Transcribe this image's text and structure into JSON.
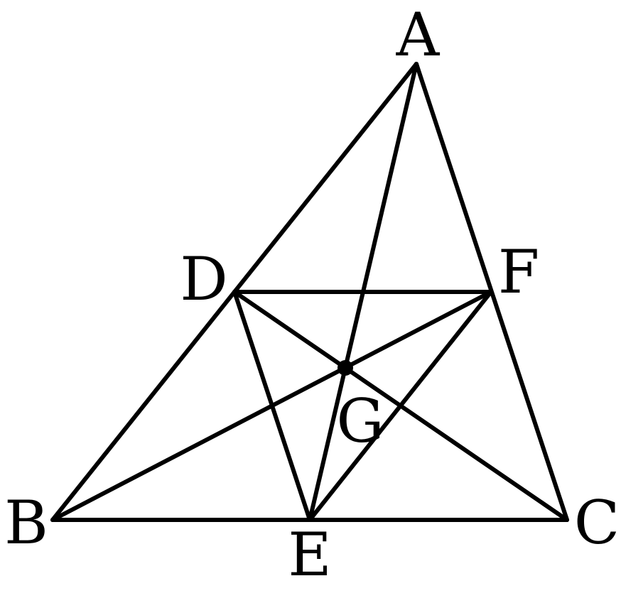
{
  "diagram": {
    "points": {
      "A": "A",
      "B": "B",
      "C": "C",
      "D": "D",
      "E": "E",
      "F": "F",
      "G": "G"
    },
    "segments": [
      "AB",
      "AC",
      "BC",
      "DF",
      "DE",
      "EF",
      "AE",
      "BF",
      "CD"
    ],
    "marked_point": "G",
    "colors": {
      "line": "#000000",
      "background": "#ffffff"
    }
  }
}
